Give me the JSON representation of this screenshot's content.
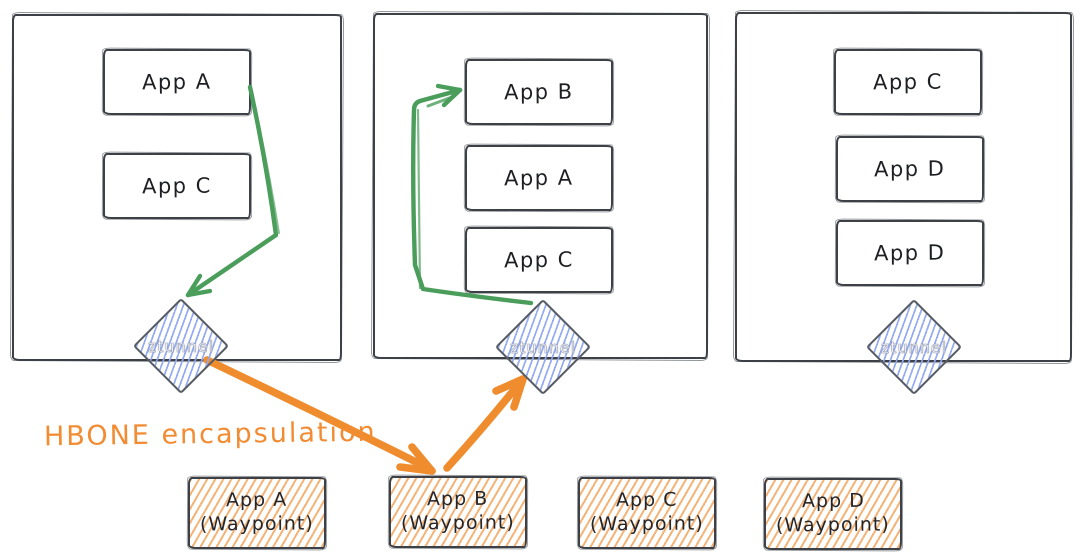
{
  "diagram": {
    "title_annotation": "HBONE encapsulation",
    "colors": {
      "background": "#ffffff",
      "ink_stroke": "#3d4147",
      "green_arrow": "#4a9d5a",
      "orange_arrow": "#ef8c2e",
      "blue_hatch": "#8ea6f2",
      "orange_hatch": "#f3a65f",
      "ztunnel_text": "#ffffff"
    },
    "nodes": [
      {
        "apps": [
          "App A",
          "App C"
        ],
        "ztunnel_label": "ztunnel"
      },
      {
        "apps": [
          "App B",
          "App A",
          "App C"
        ],
        "ztunnel_label": "ztunnel"
      },
      {
        "apps": [
          "App C",
          "App D",
          "App D"
        ],
        "ztunnel_label": "ztunnel"
      }
    ],
    "waypoints": [
      {
        "line1": "App A",
        "line2": "(Waypoint)"
      },
      {
        "line1": "App B",
        "line2": "(Waypoint)"
      },
      {
        "line1": "App C",
        "line2": "(Waypoint)"
      },
      {
        "line1": "App D",
        "line2": "(Waypoint)"
      }
    ],
    "edges": [
      {
        "name": "app-a-to-ztunnel-1",
        "color": "#4a9d5a"
      },
      {
        "name": "ztunnel-2-to-app-b",
        "color": "#4a9d5a"
      },
      {
        "name": "ztunnel-1-to-waypoint-b",
        "color": "#ef8c2e"
      },
      {
        "name": "waypoint-b-to-ztunnel-2",
        "color": "#ef8c2e"
      }
    ]
  }
}
